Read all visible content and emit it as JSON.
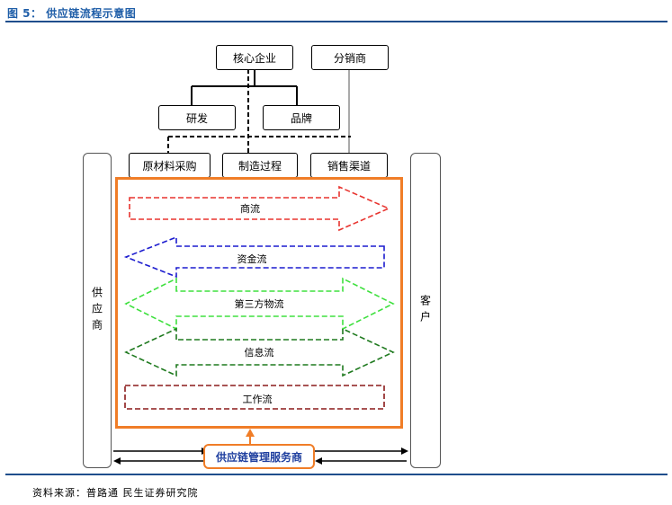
{
  "figure": {
    "title": "图 5： 供应链流程示意图",
    "source": "资料来源：普路通 民生证券研究院"
  },
  "nodes": {
    "core": "核心企业",
    "distributor": "分销商",
    "rnd": "研发",
    "brand": "品牌",
    "procurement": "原材料采购",
    "manufacturing": "制造过程",
    "channel": "销售渠道",
    "supplier": "供应商",
    "customer": "客户",
    "service": "供应链管理服务商"
  },
  "flows": {
    "business": "商流",
    "capital": "资金流",
    "logistics": "第三方物流",
    "information": "信息流",
    "work": "工作流"
  },
  "colors": {
    "business": "#e8342f",
    "capital": "#1c1ccf",
    "logistics": "#3ee03e",
    "information": "#1f7a1f",
    "work": "#8b1a1a",
    "frame": "#f07d27",
    "title": "#1f5ea8"
  }
}
